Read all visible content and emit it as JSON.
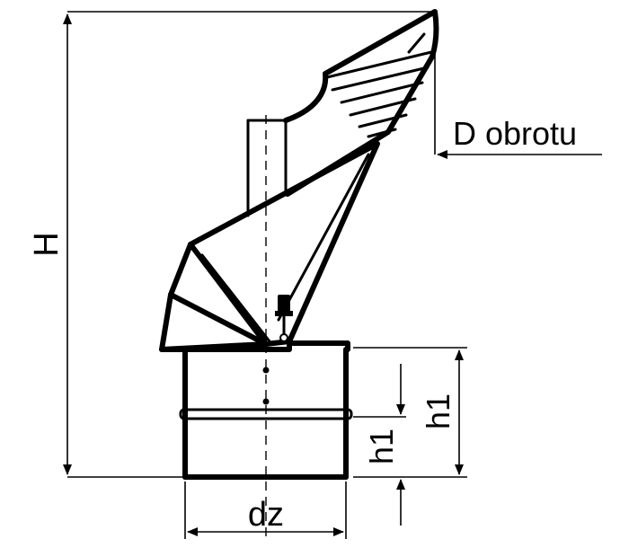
{
  "labels": {
    "height": "H",
    "rotation_diameter": "D obrotu",
    "inner_height_small": "h1",
    "inner_height_large": "h1",
    "connection_diameter": "dz"
  },
  "colors": {
    "line": "#000000",
    "background": "#ffffff"
  }
}
